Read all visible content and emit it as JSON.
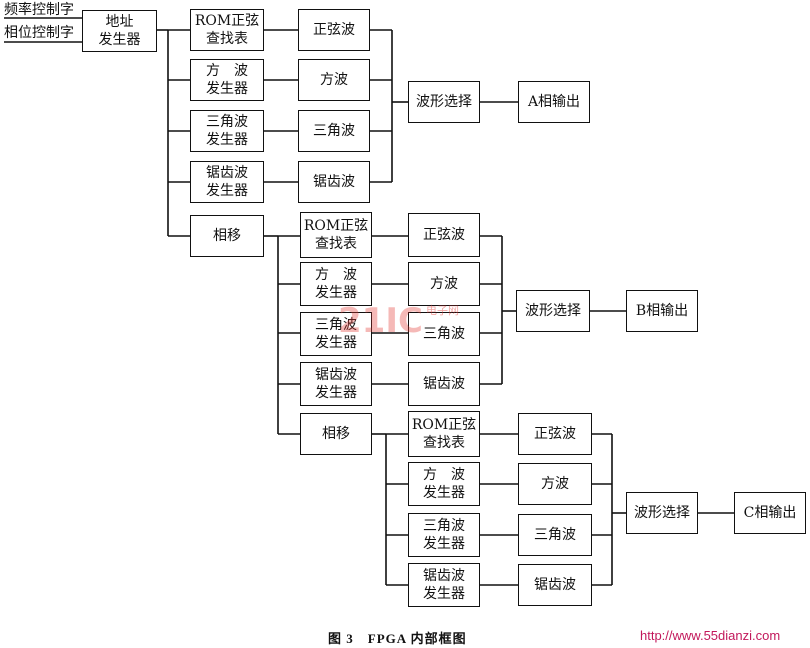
{
  "inputs": {
    "freq_control": "频率控制字",
    "phase_control": "相位控制字"
  },
  "address_generator": "地址\n发生器",
  "channel_a": {
    "gens": [
      "ROM正弦\n查找表",
      "方　波\n发生器",
      "三角波\n发生器",
      "锯齿波\n发生器"
    ],
    "waves": [
      "正弦波",
      "方波",
      "三角波",
      "锯齿波"
    ],
    "selector": "波形选择",
    "output": "A相输出"
  },
  "phase_shift_b": "相移",
  "channel_b": {
    "gens": [
      "ROM正弦\n查找表",
      "方　波\n发生器",
      "三角波\n发生器",
      "锯齿波\n发生器"
    ],
    "waves": [
      "正弦波",
      "方波",
      "三角波",
      "锯齿波"
    ],
    "selector": "波形选择",
    "output": "B相输出"
  },
  "phase_shift_c": "相移",
  "channel_c": {
    "gens": [
      "ROM正弦\n查找表",
      "方　波\n发生器",
      "三角波\n发生器",
      "锯齿波\n发生器"
    ],
    "waves": [
      "正弦波",
      "方波",
      "三角波",
      "锯齿波"
    ],
    "selector": "波形选择",
    "output": "C相输出"
  },
  "caption": "图 3　FPGA 内部框图",
  "watermark": {
    "logo_text": "21IC",
    "logo_sub": "电子网",
    "url": "http://www.55dianzi.com"
  }
}
